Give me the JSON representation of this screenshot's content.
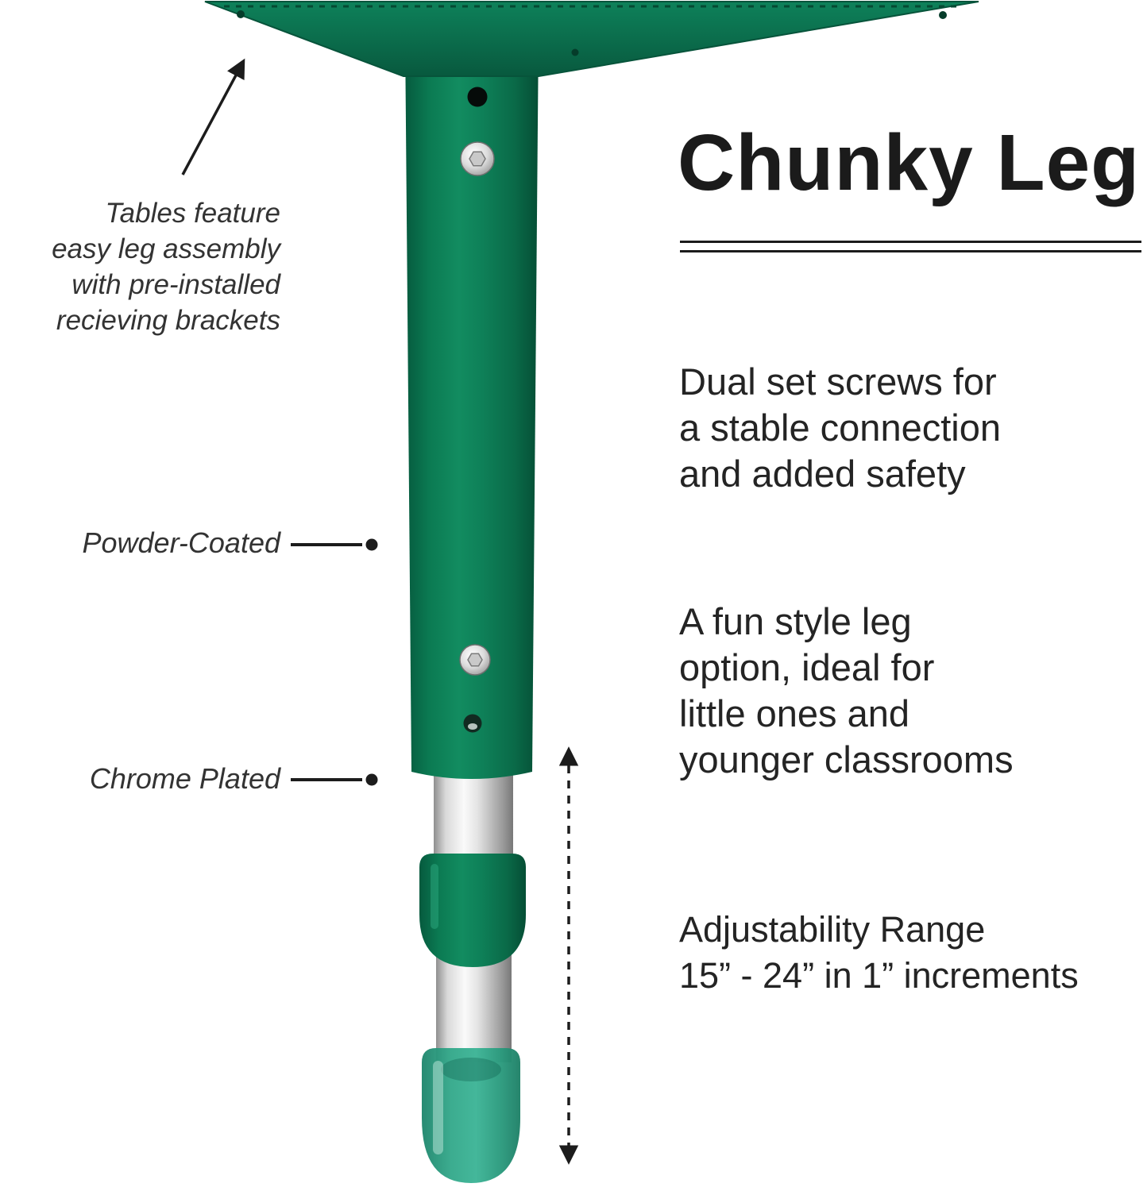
{
  "title": "Chunky Leg",
  "annotations": {
    "assembly_note": {
      "lines": [
        "Tables feature",
        "easy leg assembly",
        "with pre-installed",
        "recieving brackets"
      ]
    },
    "powder_label": "Powder-Coated",
    "chrome_label": "Chrome Plated"
  },
  "features": {
    "dual_screws": {
      "lines": [
        "Dual set screws for",
        "a stable connection",
        "and added safety"
      ]
    },
    "fun_style": {
      "lines": [
        "A fun style leg",
        "option, ideal for",
        "little ones and",
        "younger classrooms"
      ]
    },
    "adjustability": {
      "lines": [
        "Adjustability Range",
        "15” - 24” in 1” increments"
      ]
    }
  },
  "colors": {
    "leg_green": "#0c7a53",
    "leg_green_dark": "#07583d",
    "leg_green_light": "#149063",
    "foot_teal": "#2fa287",
    "chrome_light": "#f7f7f7",
    "chrome_dark": "#8a8a8a",
    "text_dark": "#1e1e1e",
    "line_black": "#1c1c1c"
  }
}
